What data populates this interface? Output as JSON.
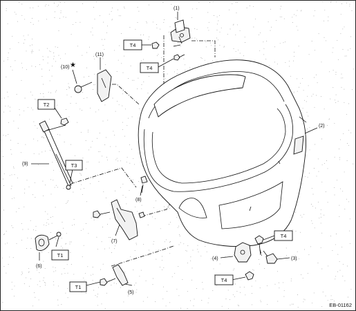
{
  "callouts": {
    "c1": "(1)",
    "c2": "(2)",
    "c3": "(3)",
    "c4": "(4)",
    "c5": "(5)",
    "c6": "(6)",
    "c7": "(7)",
    "c8": "(8)",
    "c9": "(9)",
    "c10": "(10)",
    "c11": "(11)"
  },
  "torque_tags": {
    "t4_top1": "T4",
    "t4_top2": "T4",
    "t2": "T2",
    "t3": "T3",
    "t1_left": "T1",
    "t1_bottom": "T1",
    "t4_right": "T4",
    "t4_bottom": "T4"
  },
  "star_symbol": "★",
  "figure_code": "EB-01162"
}
